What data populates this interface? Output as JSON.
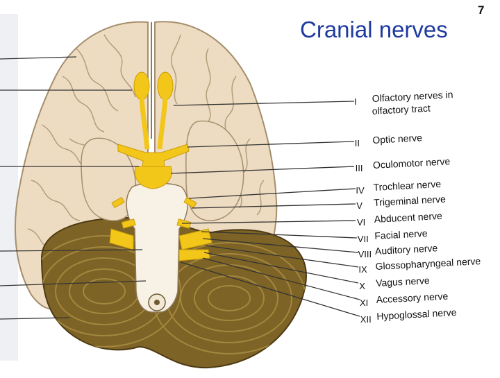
{
  "slide": {
    "title": "Cranial nerves",
    "page_number": "7"
  },
  "colors": {
    "title": "#1f3a9e",
    "cerebrum": "#eedcc2",
    "cerebrum_outline": "#a48e6c",
    "cerebellum": "#7d6326",
    "nerve": "#f3c61a",
    "brainstem": "#f7f1e6",
    "leader_line": "#333333"
  },
  "labels": [
    {
      "numeral": "I",
      "name": "Olfactory nerves in",
      "name2": "olfactory tract"
    },
    {
      "numeral": "II",
      "name": "Optic nerve"
    },
    {
      "numeral": "III",
      "name": "Oculomotor nerve"
    },
    {
      "numeral": "IV",
      "name": "Trochlear nerve"
    },
    {
      "numeral": "V",
      "name": "Trigeminal nerve"
    },
    {
      "numeral": "VI",
      "name": "Abducent nerve"
    },
    {
      "numeral": "VII",
      "name": "Facial nerve"
    },
    {
      "numeral": "VIII",
      "name": "Auditory nerve"
    },
    {
      "numeral": "IX",
      "name": "Glossopharyngeal nerve"
    },
    {
      "numeral": "X",
      "name": "Vagus nerve"
    },
    {
      "numeral": "XI",
      "name": "Accessory nerve"
    },
    {
      "numeral": "XII",
      "name": "Hypoglossal nerve"
    }
  ]
}
